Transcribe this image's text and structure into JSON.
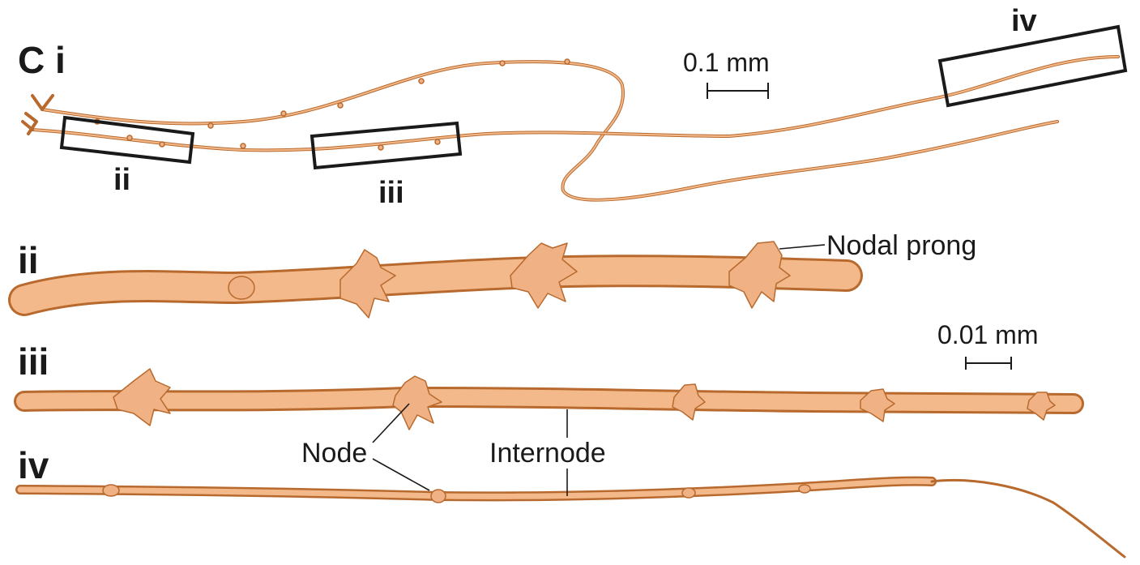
{
  "panel": {
    "main_label": "C i",
    "sub_labels": [
      "ii",
      "iii",
      "iv"
    ],
    "box_labels": [
      "ii",
      "iii",
      "iv"
    ]
  },
  "scale_bars": {
    "large": "0.1 mm",
    "small": "0.01 mm"
  },
  "annotations": {
    "nodal_prong": "Nodal prong",
    "node": "Node",
    "internode": "Internode"
  },
  "colors": {
    "axon_fill": "#f3b98a",
    "axon_outline": "#b86a2e",
    "node_fill": "#f0b184",
    "ink": "#1a1a1a"
  }
}
